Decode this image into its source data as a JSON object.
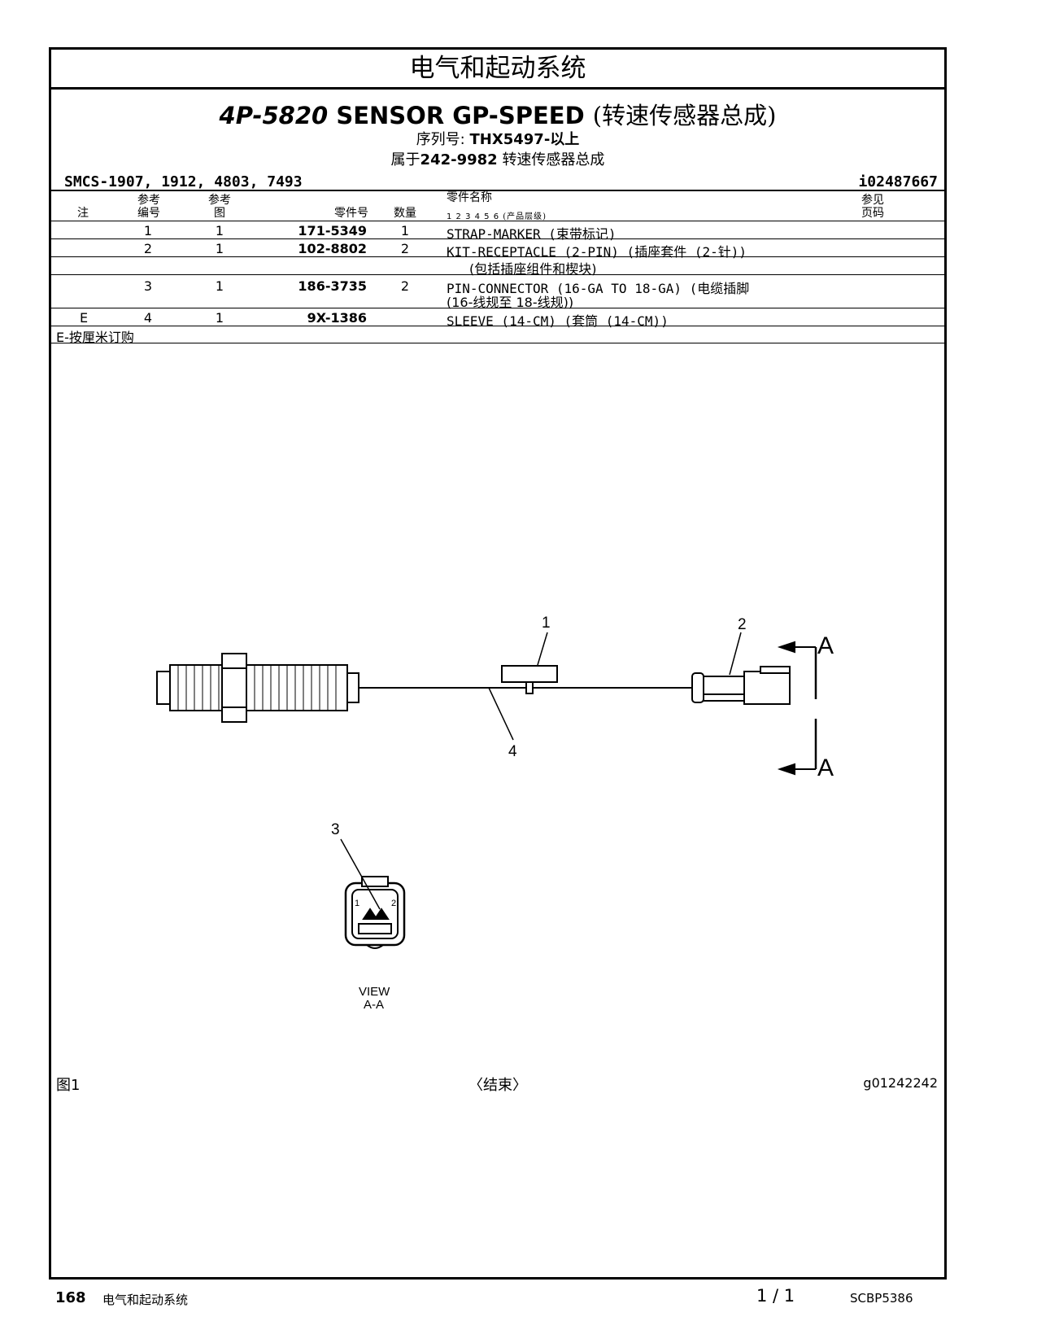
{
  "header": {
    "section_title": "电气和起动系统",
    "part_number": "4P-5820",
    "part_name_en": "SENSOR GP-SPEED",
    "part_name_cn": "(转速传感器总成)",
    "serial_label": "序列号:",
    "serial_value": "THX5497-以上",
    "belongs_prefix": "属于",
    "belongs_part": "242-9982",
    "belongs_suffix": "转速传感器总成",
    "smcs": "SMCS-1907, 1912, 4803, 7493",
    "doc_id": "i02487667"
  },
  "table": {
    "col_note": "注",
    "col_ref_no_1": "参考",
    "col_ref_no_2": "编号",
    "col_ref_fig_1": "参考",
    "col_ref_fig_2": "图",
    "col_part_no": "零件号",
    "col_qty": "数量",
    "col_name": "零件名称",
    "col_levels": "1 2 3 4 5 6",
    "col_level_hint": "(产品层级)",
    "col_see_1": "参见",
    "col_see_2": "页码",
    "rows": [
      {
        "note": "",
        "ref": "1",
        "fig": "1",
        "part": "171-5349",
        "qty": "1",
        "name": "STRAP-MARKER (束带标记)",
        "name2": ""
      },
      {
        "note": "",
        "ref": "2",
        "fig": "1",
        "part": "102-8802",
        "qty": "2",
        "name": "KIT-RECEPTACLE (2-PIN) (插座套件 (2-针))",
        "name2": "(包括插座组件和楔块)"
      },
      {
        "note": "",
        "ref": "3",
        "fig": "1",
        "part": "186-3735",
        "qty": "2",
        "name": "PIN-CONNECTOR (16-GA TO 18-GA) (电缆插脚",
        "name2": "(16-线规至 18-线规))"
      },
      {
        "note": "E",
        "ref": "4",
        "fig": "1",
        "part": "9X-1386",
        "qty": "",
        "name": "SLEEVE (14-CM) (套筒 (14-CM))",
        "name2": ""
      }
    ],
    "footnote": "E-按厘米订购"
  },
  "figure": {
    "callouts": [
      "1",
      "2",
      "3",
      "4"
    ],
    "section_letter": "A",
    "pin_labels": [
      "1",
      "2"
    ],
    "view_label_1": "VIEW",
    "view_label_2": "A-A",
    "fig_label": "图1",
    "end_label": "〈结束〉",
    "fig_id": "g01242242"
  },
  "footer": {
    "page_number": "168",
    "section": "电气和起动系统",
    "page_fraction": "1 / 1",
    "code": "SCBP5386"
  }
}
